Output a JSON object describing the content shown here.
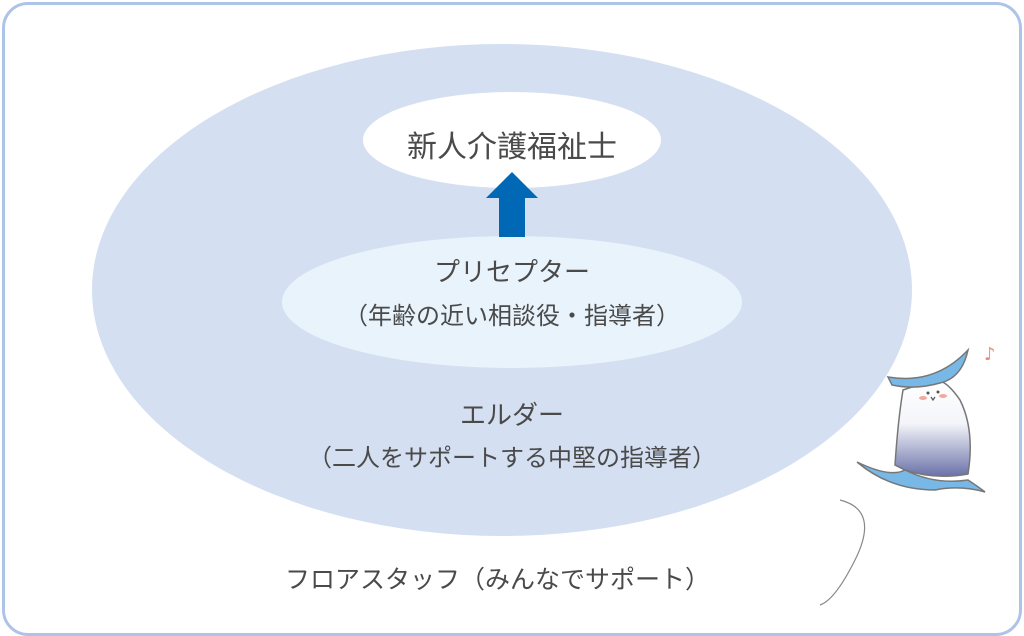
{
  "diagram": {
    "center_label": "新人介護福祉士",
    "preceptor": {
      "title": "プリセプター",
      "subtitle": "（年齢の近い相談役・指導者）"
    },
    "elder": {
      "title": "エルダー",
      "subtitle": "（二人をサポートする中堅の指導者）"
    },
    "floor_staff": "フロアスタッフ（みんなでサポート）",
    "colors": {
      "border": "#aec3e8",
      "outer_ellipse": "#d4dff1",
      "inner_ellipse": "#e8f3fb",
      "center_ellipse": "#ffffff",
      "arrow": "#0068b4",
      "text": "#4a4a4a"
    }
  }
}
